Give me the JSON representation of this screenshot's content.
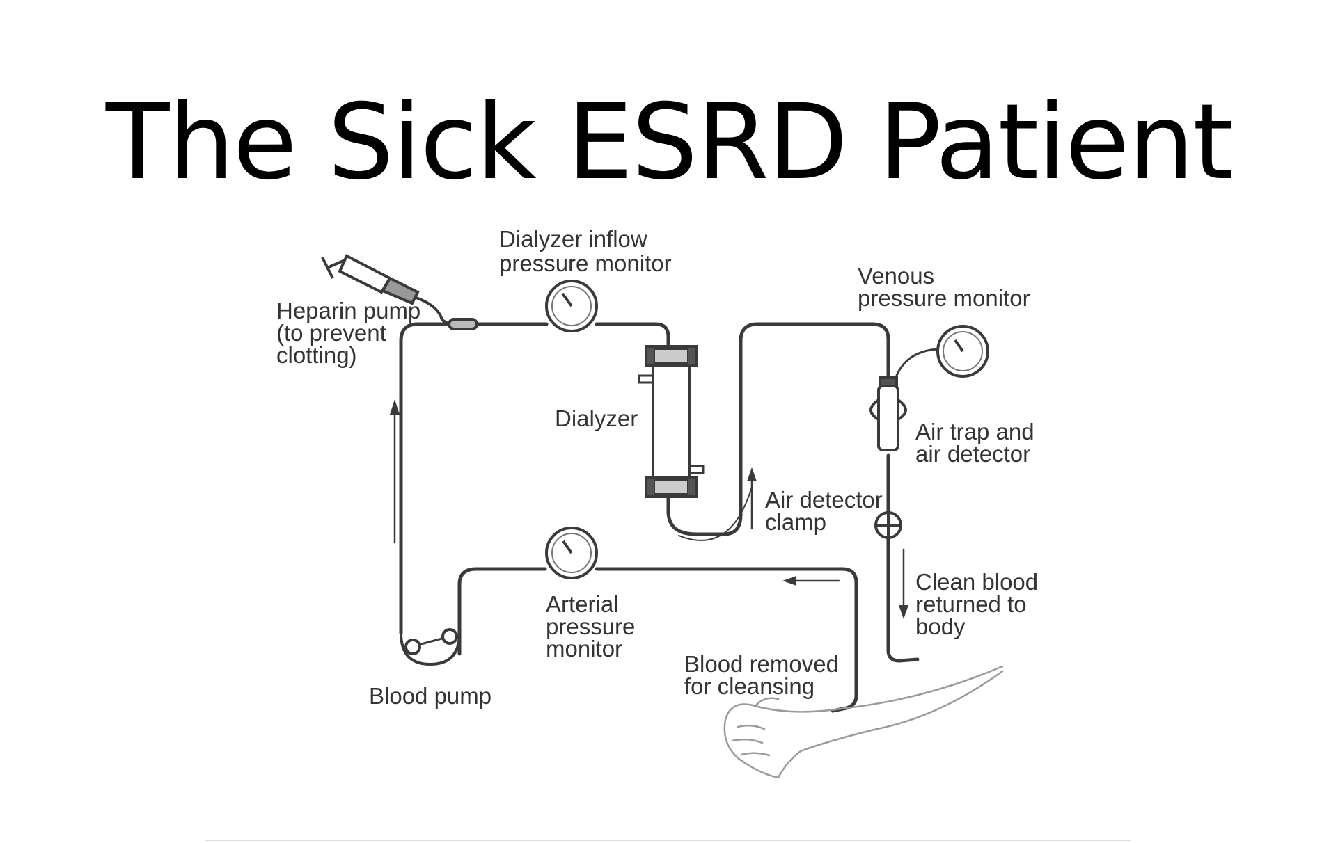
{
  "slide": {
    "title": "The Sick ESRD Patient",
    "source_url": "https://commons.wikimedia.org/wiki/File:Hemodialysis-en.svg"
  },
  "diagram": {
    "labels": {
      "dialyzer_inflow": [
        "Dialyzer inflow",
        "pressure monitor"
      ],
      "heparin": [
        "Heparin pump",
        "(to prevent",
        "clotting)"
      ],
      "venous": [
        "Venous",
        "pressure monitor"
      ],
      "dialyzer": [
        "Dialyzer"
      ],
      "air_trap": [
        "Air trap and",
        "air detector"
      ],
      "air_clamp": [
        "Air detector",
        "clamp"
      ],
      "clean_blood": [
        "Clean blood",
        "returned to",
        "body"
      ],
      "arterial": [
        "Arterial",
        "pressure",
        "monitor"
      ],
      "blood_removed": [
        "Blood removed",
        "for cleansing"
      ],
      "blood_pump": [
        "Blood pump"
      ]
    }
  },
  "colors": {
    "stroke": "#3a3a3a",
    "text": "#333333"
  }
}
